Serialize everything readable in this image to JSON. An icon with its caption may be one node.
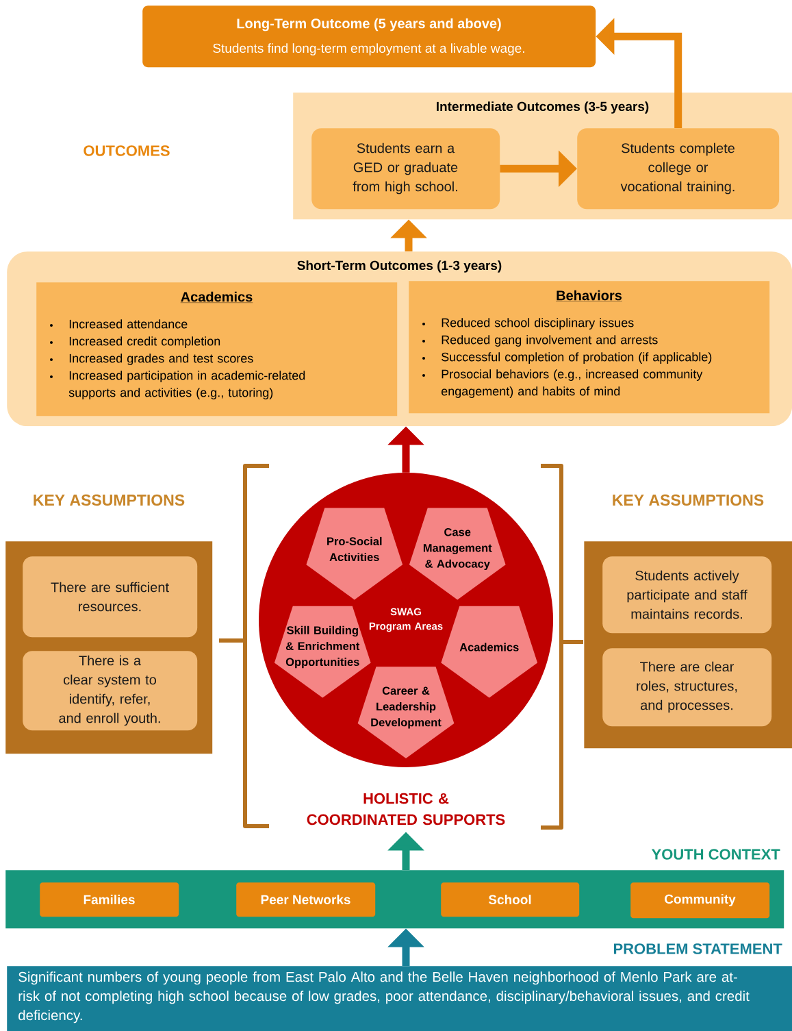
{
  "diagram": {
    "nodes": [
      {
        "text": [
          "Long-Term Outcome (5 years and above)",
          "Students find long-term employment at a livable wage."
        ]
      },
      {
        "text": [
          "Intermediate Outcomes (3-5 years)"
        ]
      },
      {
        "text": [
          "Students earn a GED or graduate from high school."
        ],
        "in": 1
      },
      {
        "text": [
          "Students complete college or vocational training."
        ],
        "in": 1
      },
      {
        "text": [
          "Short-Term Outcomes (1-3 years)"
        ]
      },
      {
        "text": [
          "Academics",
          "Increased attendance",
          "Increased credit completion",
          "Increased grades and test scores",
          "Increased participation in academic-related supports and activities (e.g., tutoring)"
        ],
        "in": 4
      },
      {
        "text": [
          "Behaviors",
          "Reduced school disciplinary issues",
          "Reduced gang involvement and arrests",
          "Successful completion of probation (if applicable)",
          "Prosocial behaviors (e.g., increased community engagement) and habits of mind"
        ],
        "in": 4
      },
      {
        "text": [
          "SWAG Program Areas"
        ]
      },
      {
        "text": [
          "Pro-Social Activities"
        ],
        "in": 7
      },
      {
        "text": [
          "Case Management & Advocacy"
        ],
        "in": 7
      },
      {
        "text": [
          "Skill Building & Enrichment Opportunities"
        ],
        "in": 7
      },
      {
        "text": [
          "Academics"
        ],
        "in": 7
      },
      {
        "text": [
          "Career & Leadership Development"
        ],
        "in": 7
      },
      {
        "text": [
          "KEY ASSUMPTIONS"
        ]
      },
      {
        "text": [
          "There are sufficient resources."
        ],
        "in": 13
      },
      {
        "text": [
          "There is a clear system to identify, refer, and enroll youth."
        ],
        "in": 13
      },
      {
        "text": [
          "KEY ASSUMPTIONS"
        ]
      },
      {
        "text": [
          "Students actively participate and staff maintains records."
        ],
        "in": 16
      },
      {
        "text": [
          "There are clear roles, structures, and processes."
        ],
        "in": 16
      },
      {
        "text": [
          "YOUTH CONTEXT"
        ]
      },
      {
        "text": [
          "Families"
        ],
        "in": 19
      },
      {
        "text": [
          "Peer Networks"
        ],
        "in": 19
      },
      {
        "text": [
          "School"
        ],
        "in": 19
      },
      {
        "text": [
          "Community"
        ],
        "in": 19
      },
      {
        "text": [
          "PROBLEM STATEMENT",
          "Significant numbers of young people from East Palo Alto and the Belle Haven neighborhood of Menlo Park are at-risk of not completing high school because of low grades, poor attendance, disciplinary/behavioral issues, and credit deficiency."
        ]
      },
      {
        "text": [
          "HOLISTIC & COORDINATED SUPPORTS"
        ]
      }
    ],
    "edges": [
      {
        "from": 2,
        "to": 3,
        "arrow": "to"
      },
      {
        "from": 3,
        "to": 0,
        "arrow": "to"
      },
      {
        "from": 4,
        "to": 1,
        "arrow": "to"
      },
      {
        "from": 7,
        "to": 4,
        "arrow": "to",
        "color": "#c00000"
      },
      {
        "from": 19,
        "to": 25,
        "arrow": "to",
        "color": "#17977c"
      },
      {
        "from": 24,
        "to": 19,
        "arrow": "to",
        "color": "#177f97"
      }
    ],
    "labels": [
      "OUTCOMES"
    ]
  }
}
